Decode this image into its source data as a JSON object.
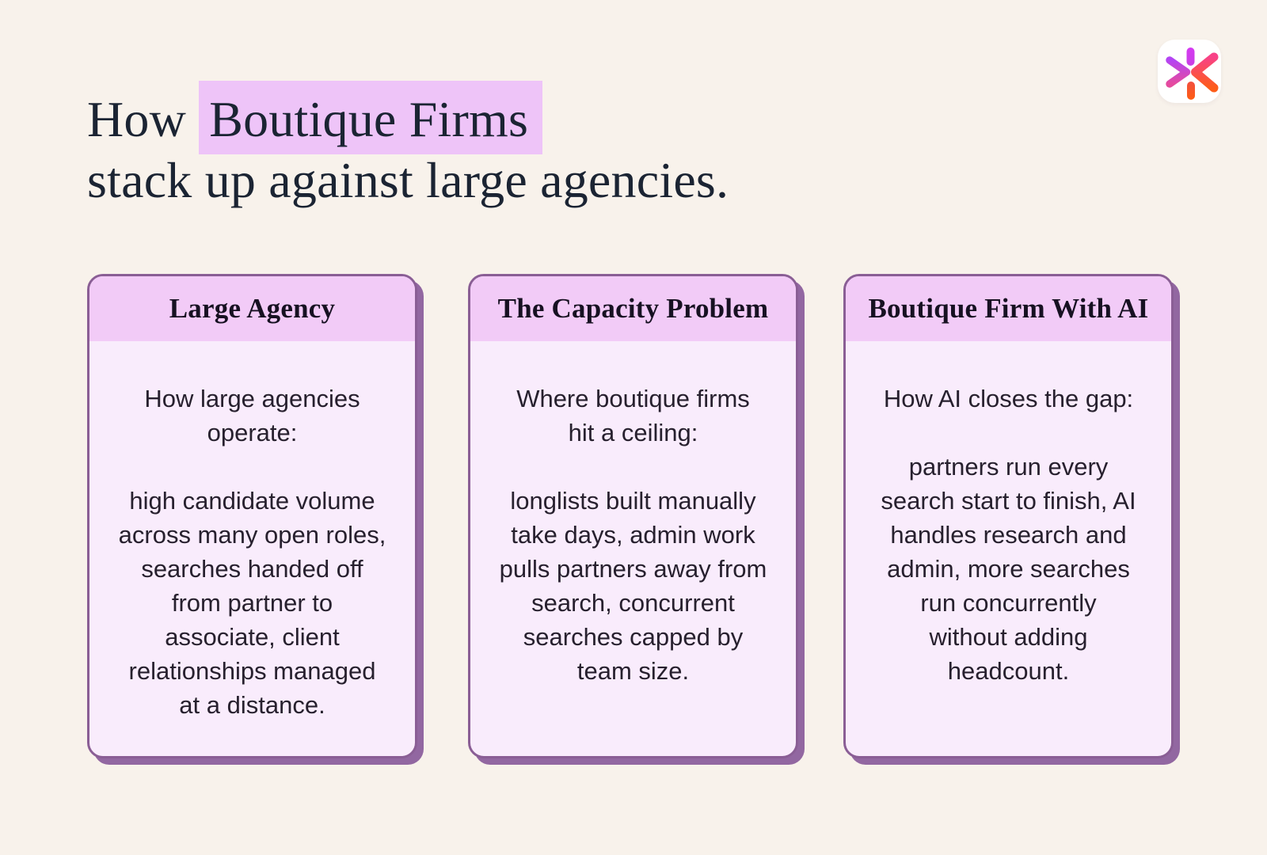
{
  "page": {
    "background_color": "#f8f2eb",
    "accent_highlight_color": "#eec4f8",
    "card_border_color": "#8a5e95",
    "card_shadow_color": "#9267a1",
    "card_header_color": "#f2cbf7",
    "card_body_color": "#f9ecfc",
    "title_text_color": "#1b2433"
  },
  "logo": {
    "icon": "asterisk-burst-icon",
    "background": "#ffffff",
    "gradient_colors": [
      "#d23bf2",
      "#b445f3",
      "#e54b9e",
      "#f84288",
      "#fd5c18"
    ]
  },
  "title": {
    "line1_prefix": "How ",
    "line1_highlight": "Boutique Firms",
    "line2": "stack up against large agencies."
  },
  "cards": [
    {
      "header": "Large Agency",
      "intro": "How large agencies operate:",
      "body": "high candidate volume across many open roles, searches handed off from partner to associate, client relationships managed at a distance."
    },
    {
      "header": "The Capacity Problem",
      "intro": "Where boutique firms hit a ceiling:",
      "body": "longlists built manually take days, admin work pulls partners away from search, concurrent searches capped by team size."
    },
    {
      "header": "Boutique Firm With AI",
      "intro": "How AI closes the gap:",
      "body": "partners run every search start to finish, AI handles research and admin, more searches run concurrently without adding headcount."
    }
  ]
}
